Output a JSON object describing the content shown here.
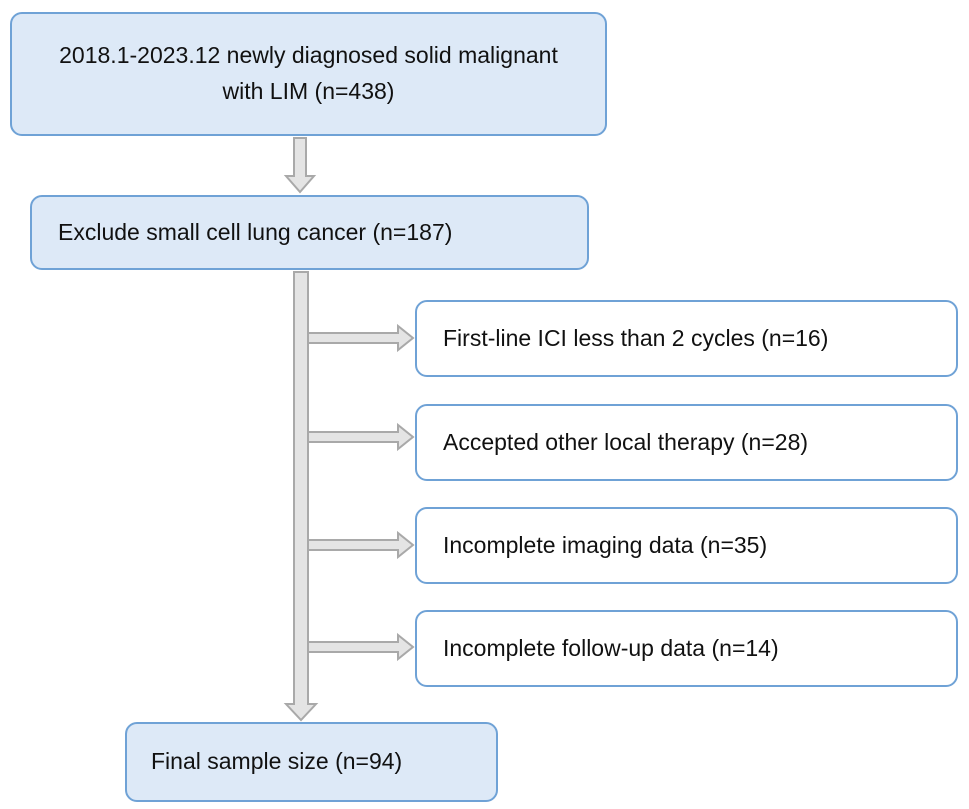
{
  "flowchart": {
    "start_box": {
      "text": "2018.1-2023.12 newly diagnosed solid malignant with LIM (n=438)"
    },
    "exclude_box": {
      "text": "Exclude small cell lung cancer (n=187)"
    },
    "exclusion_boxes": [
      {
        "text": "First-line ICI less than 2 cycles (n=16)"
      },
      {
        "text": "Accepted other local therapy (n=28)"
      },
      {
        "text": "Incomplete imaging data (n=35)"
      },
      {
        "text": "Incomplete follow-up data (n=14)"
      }
    ],
    "final_box": {
      "text": "Final sample size (n=94)"
    },
    "colors": {
      "box_border": "#6fa2d6",
      "box_fill_primary": "#dde9f7",
      "box_fill_secondary": "#ffffff",
      "arrow_fill": "#e4e4e4",
      "arrow_stroke": "#a9a9a9"
    }
  }
}
